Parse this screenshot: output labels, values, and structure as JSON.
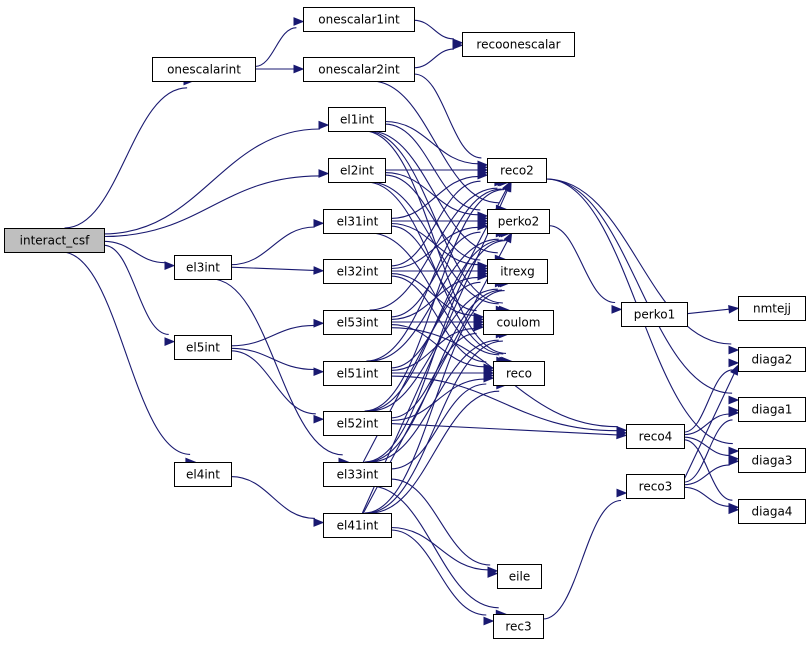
{
  "diagram": {
    "edge_color": "#191970",
    "root_fill": "#bfbfbf",
    "nodes": [
      {
        "id": "interact_csf",
        "label": "interact_csf",
        "root": true
      },
      {
        "id": "onescalarint",
        "label": "onescalarint"
      },
      {
        "id": "onescalar1int",
        "label": "onescalar1int"
      },
      {
        "id": "onescalar2int",
        "label": "onescalar2int"
      },
      {
        "id": "recoonescalar",
        "label": "recoonescalar"
      },
      {
        "id": "el1int",
        "label": "el1int"
      },
      {
        "id": "el2int",
        "label": "el2int"
      },
      {
        "id": "el3int",
        "label": "el3int"
      },
      {
        "id": "el31int",
        "label": "el31int"
      },
      {
        "id": "el32int",
        "label": "el32int"
      },
      {
        "id": "el5int",
        "label": "el5int"
      },
      {
        "id": "el53int",
        "label": "el53int"
      },
      {
        "id": "el51int",
        "label": "el51int"
      },
      {
        "id": "el52int",
        "label": "el52int"
      },
      {
        "id": "el4int",
        "label": "el4int"
      },
      {
        "id": "el33int",
        "label": "el33int"
      },
      {
        "id": "el41int",
        "label": "el41int"
      },
      {
        "id": "reco2",
        "label": "reco2"
      },
      {
        "id": "perko2",
        "label": "perko2"
      },
      {
        "id": "itrexg",
        "label": "itrexg"
      },
      {
        "id": "coulom",
        "label": "coulom"
      },
      {
        "id": "reco",
        "label": "reco"
      },
      {
        "id": "eile",
        "label": "eile"
      },
      {
        "id": "rec3",
        "label": "rec3"
      },
      {
        "id": "perko1",
        "label": "perko1"
      },
      {
        "id": "nmtejj",
        "label": "nmtejj"
      },
      {
        "id": "diaga2",
        "label": "diaga2"
      },
      {
        "id": "diaga1",
        "label": "diaga1"
      },
      {
        "id": "diaga3",
        "label": "diaga3"
      },
      {
        "id": "diaga4",
        "label": "diaga4"
      },
      {
        "id": "reco4",
        "label": "reco4"
      },
      {
        "id": "reco3",
        "label": "reco3"
      }
    ],
    "edges": [
      [
        "interact_csf",
        "onescalarint"
      ],
      [
        "interact_csf",
        "el1int"
      ],
      [
        "interact_csf",
        "el2int"
      ],
      [
        "interact_csf",
        "el3int"
      ],
      [
        "interact_csf",
        "el5int"
      ],
      [
        "interact_csf",
        "el4int"
      ],
      [
        "onescalarint",
        "onescalar1int"
      ],
      [
        "onescalarint",
        "onescalar2int"
      ],
      [
        "onescalar1int",
        "recoonescalar"
      ],
      [
        "onescalar2int",
        "recoonescalar"
      ],
      [
        "onescalar2int",
        "reco2"
      ],
      [
        "onescalar2int",
        "perko2"
      ],
      [
        "el1int",
        "reco2"
      ],
      [
        "el1int",
        "perko2"
      ],
      [
        "el1int",
        "itrexg"
      ],
      [
        "el1int",
        "coulom"
      ],
      [
        "el1int",
        "reco"
      ],
      [
        "el2int",
        "reco2"
      ],
      [
        "el2int",
        "perko2"
      ],
      [
        "el2int",
        "itrexg"
      ],
      [
        "el2int",
        "coulom"
      ],
      [
        "el2int",
        "reco"
      ],
      [
        "el3int",
        "el31int"
      ],
      [
        "el3int",
        "el32int"
      ],
      [
        "el3int",
        "el33int"
      ],
      [
        "el31int",
        "reco2"
      ],
      [
        "el31int",
        "perko2"
      ],
      [
        "el31int",
        "itrexg"
      ],
      [
        "el31int",
        "coulom"
      ],
      [
        "el31int",
        "reco"
      ],
      [
        "el32int",
        "reco2"
      ],
      [
        "el32int",
        "perko2"
      ],
      [
        "el32int",
        "itrexg"
      ],
      [
        "el32int",
        "coulom"
      ],
      [
        "el32int",
        "reco"
      ],
      [
        "el5int",
        "el53int"
      ],
      [
        "el5int",
        "el51int"
      ],
      [
        "el5int",
        "el52int"
      ],
      [
        "el53int",
        "reco2"
      ],
      [
        "el53int",
        "perko2"
      ],
      [
        "el53int",
        "itrexg"
      ],
      [
        "el53int",
        "coulom"
      ],
      [
        "el53int",
        "reco"
      ],
      [
        "el53int",
        "reco4"
      ],
      [
        "el51int",
        "reco2"
      ],
      [
        "el51int",
        "perko2"
      ],
      [
        "el51int",
        "itrexg"
      ],
      [
        "el51int",
        "coulom"
      ],
      [
        "el51int",
        "reco"
      ],
      [
        "el51int",
        "reco4"
      ],
      [
        "el52int",
        "reco2"
      ],
      [
        "el52int",
        "perko2"
      ],
      [
        "el52int",
        "itrexg"
      ],
      [
        "el52int",
        "coulom"
      ],
      [
        "el52int",
        "reco"
      ],
      [
        "el52int",
        "reco4"
      ],
      [
        "el4int",
        "el41int"
      ],
      [
        "el33int",
        "reco2"
      ],
      [
        "el33int",
        "perko2"
      ],
      [
        "el33int",
        "itrexg"
      ],
      [
        "el33int",
        "coulom"
      ],
      [
        "el33int",
        "reco"
      ],
      [
        "el33int",
        "eile"
      ],
      [
        "el33int",
        "rec3"
      ],
      [
        "el41int",
        "reco2"
      ],
      [
        "el41int",
        "perko2"
      ],
      [
        "el41int",
        "itrexg"
      ],
      [
        "el41int",
        "coulom"
      ],
      [
        "el41int",
        "reco"
      ],
      [
        "el41int",
        "eile"
      ],
      [
        "el41int",
        "rec3"
      ],
      [
        "reco2",
        "diaga2"
      ],
      [
        "reco2",
        "diaga1"
      ],
      [
        "reco2",
        "diaga3"
      ],
      [
        "perko2",
        "perko1"
      ],
      [
        "perko1",
        "nmtejj"
      ],
      [
        "reco4",
        "diaga2"
      ],
      [
        "reco4",
        "diaga1"
      ],
      [
        "reco4",
        "diaga3"
      ],
      [
        "reco4",
        "diaga4"
      ],
      [
        "reco3",
        "diaga2"
      ],
      [
        "reco3",
        "diaga1"
      ],
      [
        "reco3",
        "diaga3"
      ],
      [
        "reco3",
        "diaga4"
      ],
      [
        "rec3",
        "reco3"
      ]
    ]
  }
}
